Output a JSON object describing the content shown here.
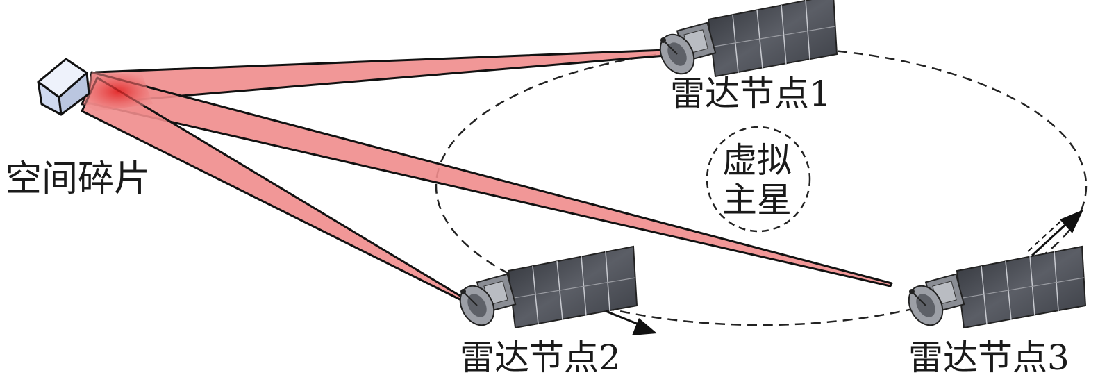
{
  "labels": {
    "debris": "空间碎片",
    "node1": "雷达节点1",
    "node2": "雷达节点2",
    "node3": "雷达节点3",
    "virtual_line1": "虚拟",
    "virtual_line2": "主星"
  },
  "colors": {
    "beam_fill": "#f08c8c",
    "beam_core": "#e83a3a",
    "stroke": "#111111",
    "dash": "#222222",
    "cube_face": "#cfd9ef",
    "cube_top": "#eef2fb",
    "panel": "#4a4d55",
    "panel_grid": "#c8cad0",
    "body": "#8a8d94"
  },
  "icons": [
    "satellite-icon",
    "debris-cube-icon",
    "direction-arrow-icon"
  ]
}
